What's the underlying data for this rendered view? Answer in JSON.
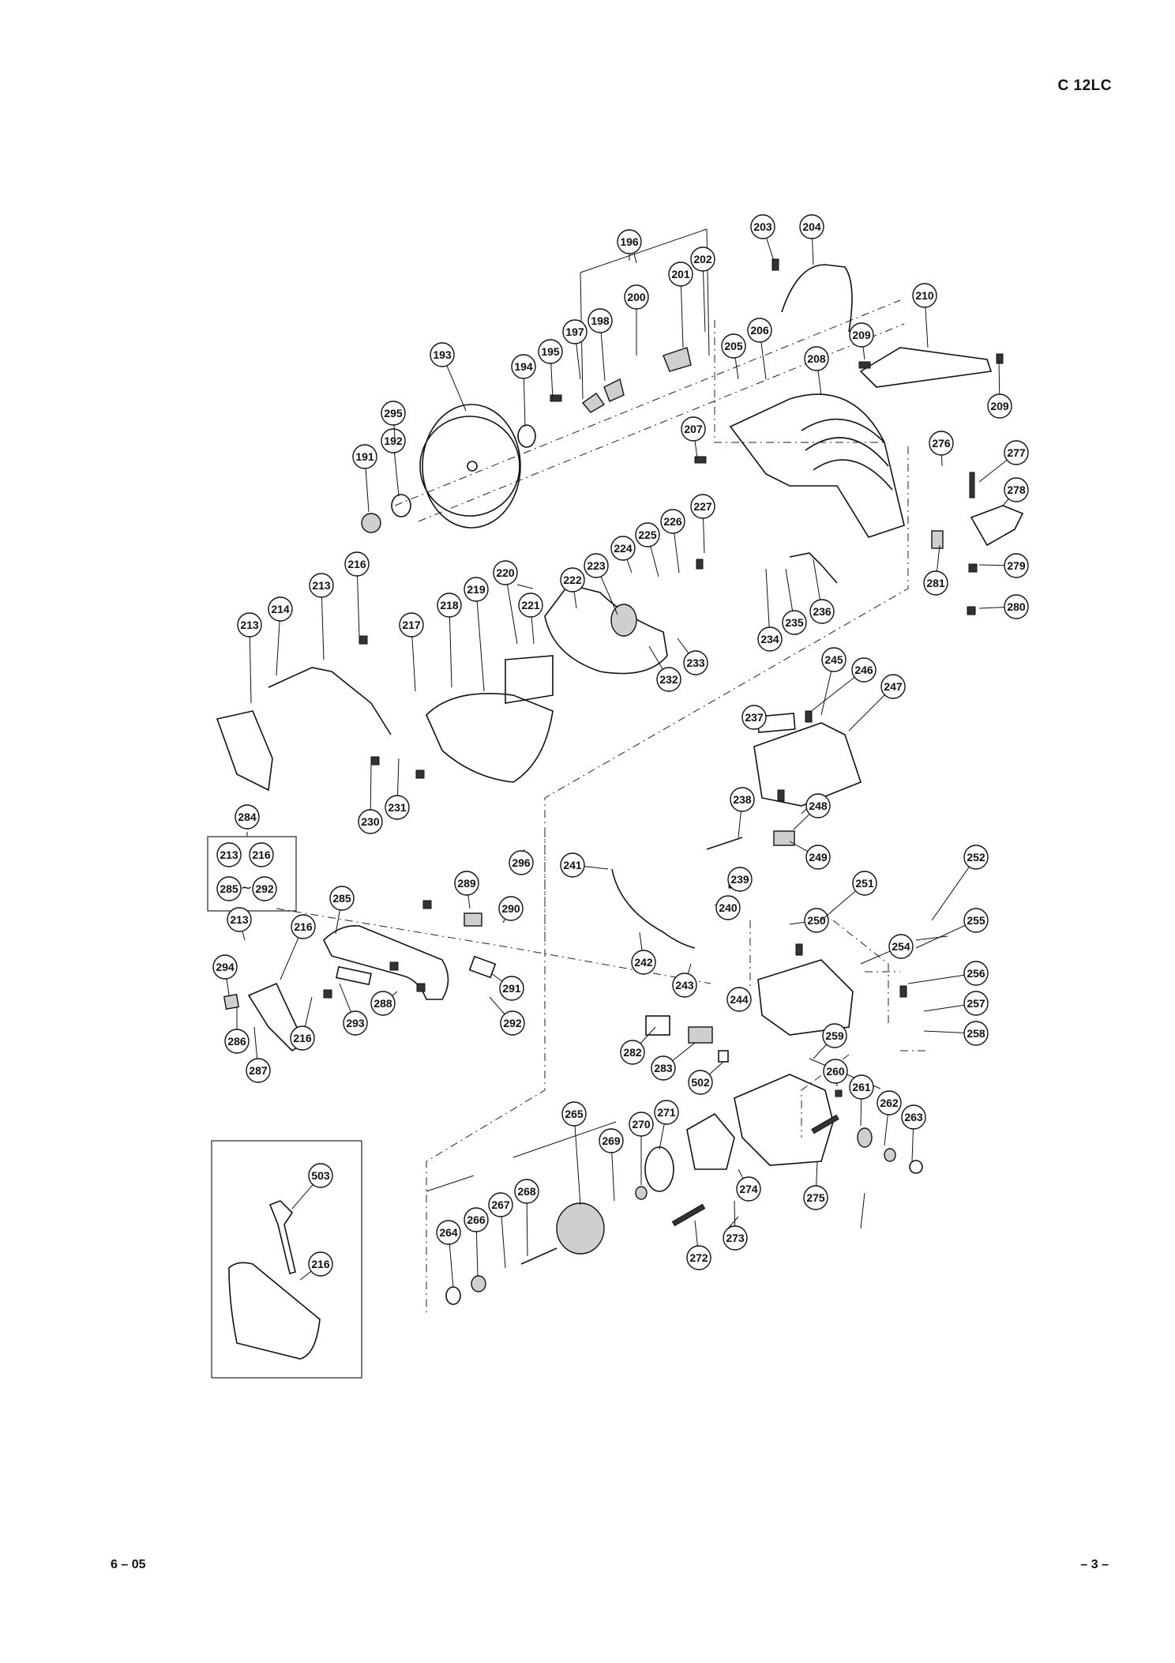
{
  "model": "C 12LC",
  "footer": {
    "left": "6 – 05",
    "right": "– 3 –"
  },
  "group_box": {
    "title": "284",
    "items": [
      "213",
      "216",
      "285",
      "292"
    ],
    "range_sep": "~"
  },
  "parts": [
    "191",
    "192",
    "193",
    "194",
    "195",
    "196",
    "197",
    "198",
    "200",
    "201",
    "202",
    "203",
    "204",
    "205",
    "206",
    "207",
    "208",
    "209",
    "209",
    "210",
    "213",
    "213",
    "214",
    "216",
    "217",
    "218",
    "219",
    "220",
    "221",
    "222",
    "223",
    "224",
    "225",
    "226",
    "227",
    "230",
    "231",
    "232",
    "233",
    "234",
    "235",
    "236",
    "237",
    "238",
    "239",
    "240",
    "241",
    "242",
    "243",
    "244",
    "245",
    "246",
    "247",
    "248",
    "249",
    "250",
    "251",
    "252",
    "254",
    "255",
    "256",
    "257",
    "258",
    "259",
    "260",
    "261",
    "262",
    "263",
    "264",
    "265",
    "266",
    "267",
    "268",
    "269",
    "270",
    "271",
    "272",
    "273",
    "274",
    "275",
    "276",
    "277",
    "278",
    "279",
    "280",
    "281",
    "282",
    "283",
    "285",
    "213",
    "216",
    "216",
    "286",
    "287",
    "288",
    "289",
    "290",
    "291",
    "292",
    "293",
    "294",
    "295",
    "296",
    "502",
    "503",
    "216"
  ]
}
